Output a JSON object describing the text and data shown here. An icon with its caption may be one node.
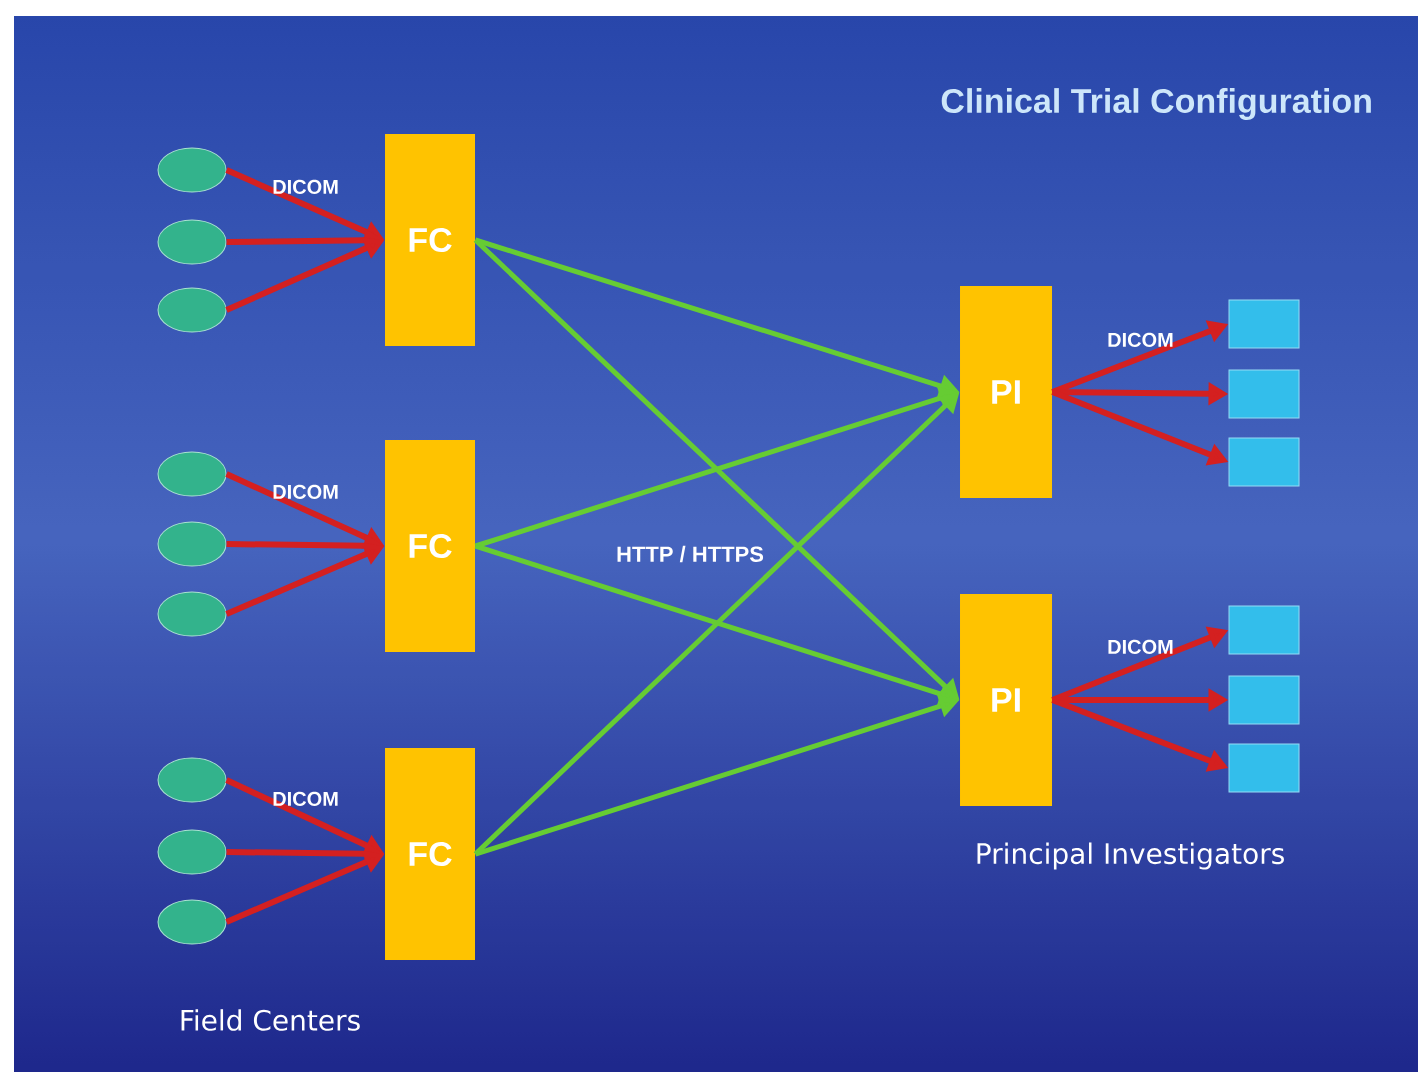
{
  "diagram": {
    "title": "Clinical Trial Configuration",
    "nodes": [
      {
        "text": [],
        "shape": "ellipse"
      },
      {
        "text": [],
        "shape": "ellipse"
      },
      {
        "text": [],
        "shape": "ellipse"
      },
      {
        "text": [],
        "shape": "ellipse"
      },
      {
        "text": [],
        "shape": "ellipse"
      },
      {
        "text": [],
        "shape": "ellipse"
      },
      {
        "text": [],
        "shape": "ellipse"
      },
      {
        "text": [],
        "shape": "ellipse"
      },
      {
        "text": [],
        "shape": "ellipse"
      },
      {
        "text": [
          "FC"
        ]
      },
      {
        "text": [
          "FC"
        ]
      },
      {
        "text": [
          "FC"
        ]
      },
      {
        "text": [
          "PI"
        ]
      },
      {
        "text": [
          "PI"
        ]
      },
      {
        "text": [],
        "shape": "box"
      },
      {
        "text": [],
        "shape": "box"
      },
      {
        "text": [],
        "shape": "box"
      },
      {
        "text": [],
        "shape": "box"
      },
      {
        "text": [],
        "shape": "box"
      },
      {
        "text": [],
        "shape": "box"
      }
    ],
    "edges": [
      {
        "from": 0,
        "to": 9,
        "arrow": "to",
        "label": "DICOM"
      },
      {
        "from": 1,
        "to": 9,
        "arrow": "to"
      },
      {
        "from": 2,
        "to": 9,
        "arrow": "to"
      },
      {
        "from": 3,
        "to": 10,
        "arrow": "to",
        "label": "DICOM"
      },
      {
        "from": 4,
        "to": 10,
        "arrow": "to"
      },
      {
        "from": 5,
        "to": 10,
        "arrow": "to"
      },
      {
        "from": 6,
        "to": 11,
        "arrow": "to",
        "label": "DICOM"
      },
      {
        "from": 7,
        "to": 11,
        "arrow": "to"
      },
      {
        "from": 8,
        "to": 11,
        "arrow": "to"
      },
      {
        "from": 9,
        "to": 12,
        "arrow": "to",
        "color": "#66cc33"
      },
      {
        "from": 9,
        "to": 13,
        "arrow": "to",
        "color": "#66cc33"
      },
      {
        "from": 10,
        "to": 12,
        "arrow": "to",
        "color": "#66cc33"
      },
      {
        "from": 10,
        "to": 13,
        "arrow": "to",
        "color": "#66cc33"
      },
      {
        "from": 11,
        "to": 12,
        "arrow": "to",
        "color": "#66cc33"
      },
      {
        "from": 11,
        "to": 13,
        "arrow": "to",
        "color": "#66cc33"
      },
      {
        "from": 12,
        "to": 14,
        "arrow": "to",
        "label": "DICOM"
      },
      {
        "from": 12,
        "to": 15,
        "arrow": "to"
      },
      {
        "from": 12,
        "to": 16,
        "arrow": "to"
      },
      {
        "from": 13,
        "to": 17,
        "arrow": "to",
        "label": "DICOM"
      },
      {
        "from": 13,
        "to": 18,
        "arrow": "to"
      },
      {
        "from": 13,
        "to": 19,
        "arrow": "to"
      }
    ],
    "labels": [
      "HTTP / HTTPS",
      "Principal Investigators",
      "Field Centers"
    ]
  }
}
